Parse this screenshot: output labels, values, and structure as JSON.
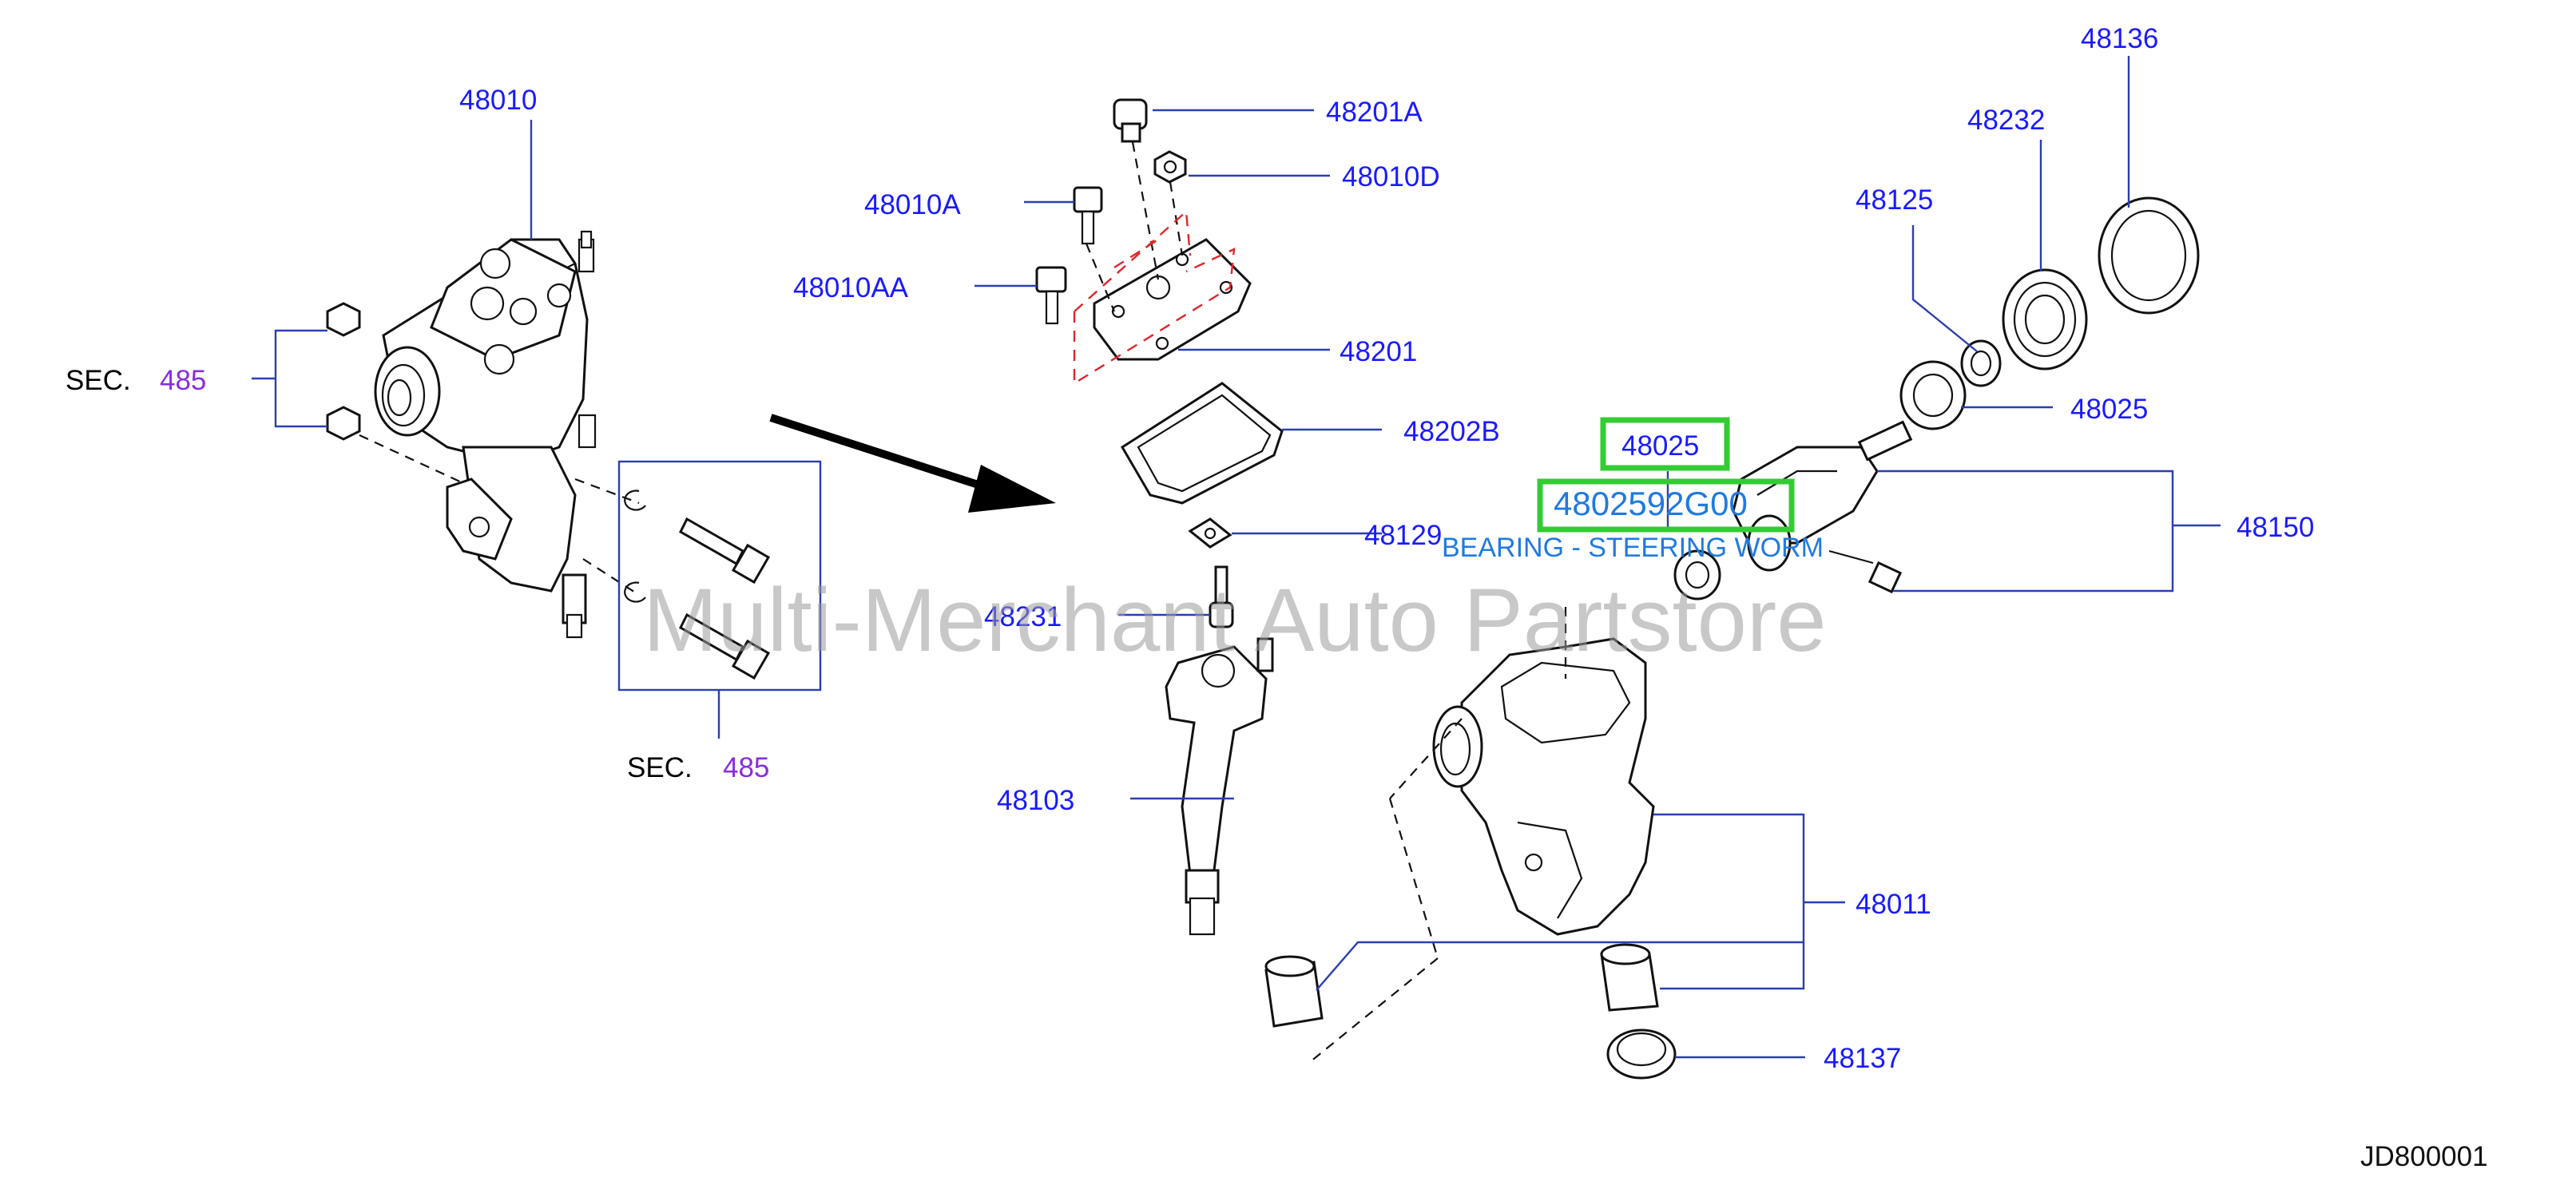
{
  "diagram": {
    "labels": {
      "p48010": "48010",
      "p48201A": "48201A",
      "p48010D": "48010D",
      "p48010A": "48010A",
      "p48010AA": "48010AA",
      "p48201": "48201",
      "p48202B": "48202B",
      "p48129": "48129",
      "p48231": "48231",
      "p48103": "48103",
      "p48025_top": "48025",
      "p48025_right": "48025",
      "p48125": "48125",
      "p48232": "48232",
      "p48136": "48136",
      "p48150": "48150",
      "p48011": "48011",
      "p48137": "48137"
    },
    "sec_left": {
      "prefix": "SEC.",
      "number": "485"
    },
    "sec_bottom": {
      "prefix": "SEC.",
      "number": "485"
    },
    "highlight": {
      "part_ref": "48025",
      "part_number": "4802592G00",
      "description": "BEARING - STEERING WORM",
      "color": "#33cc33"
    },
    "watermark": "Multi-Merchant Auto Partstore",
    "diagram_code": "JD800001"
  }
}
